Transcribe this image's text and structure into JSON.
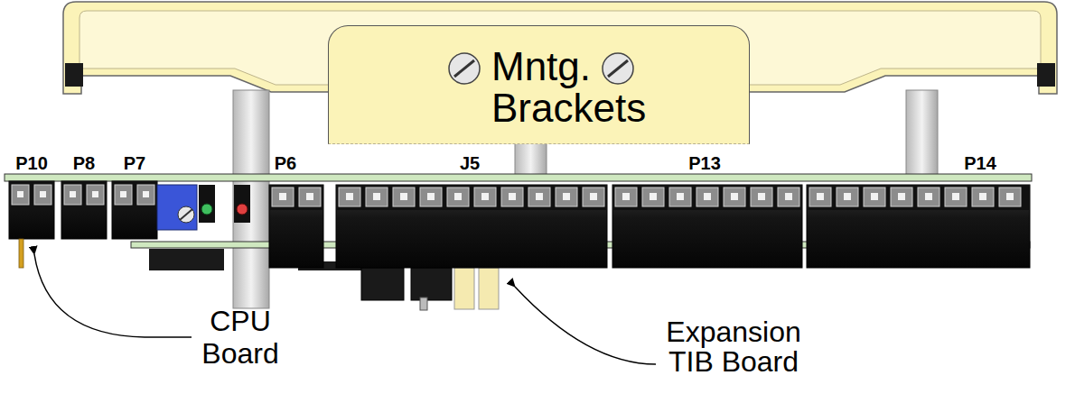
{
  "diagram": {
    "nodes": [
      {
        "text": [
          "Mntg. Brackets"
        ]
      }
    ],
    "labels": [
      "P10",
      "P8",
      "P7",
      "P6",
      "J5",
      "P13",
      "P14",
      "CPU Board",
      "Expansion TIB Board"
    ]
  }
}
